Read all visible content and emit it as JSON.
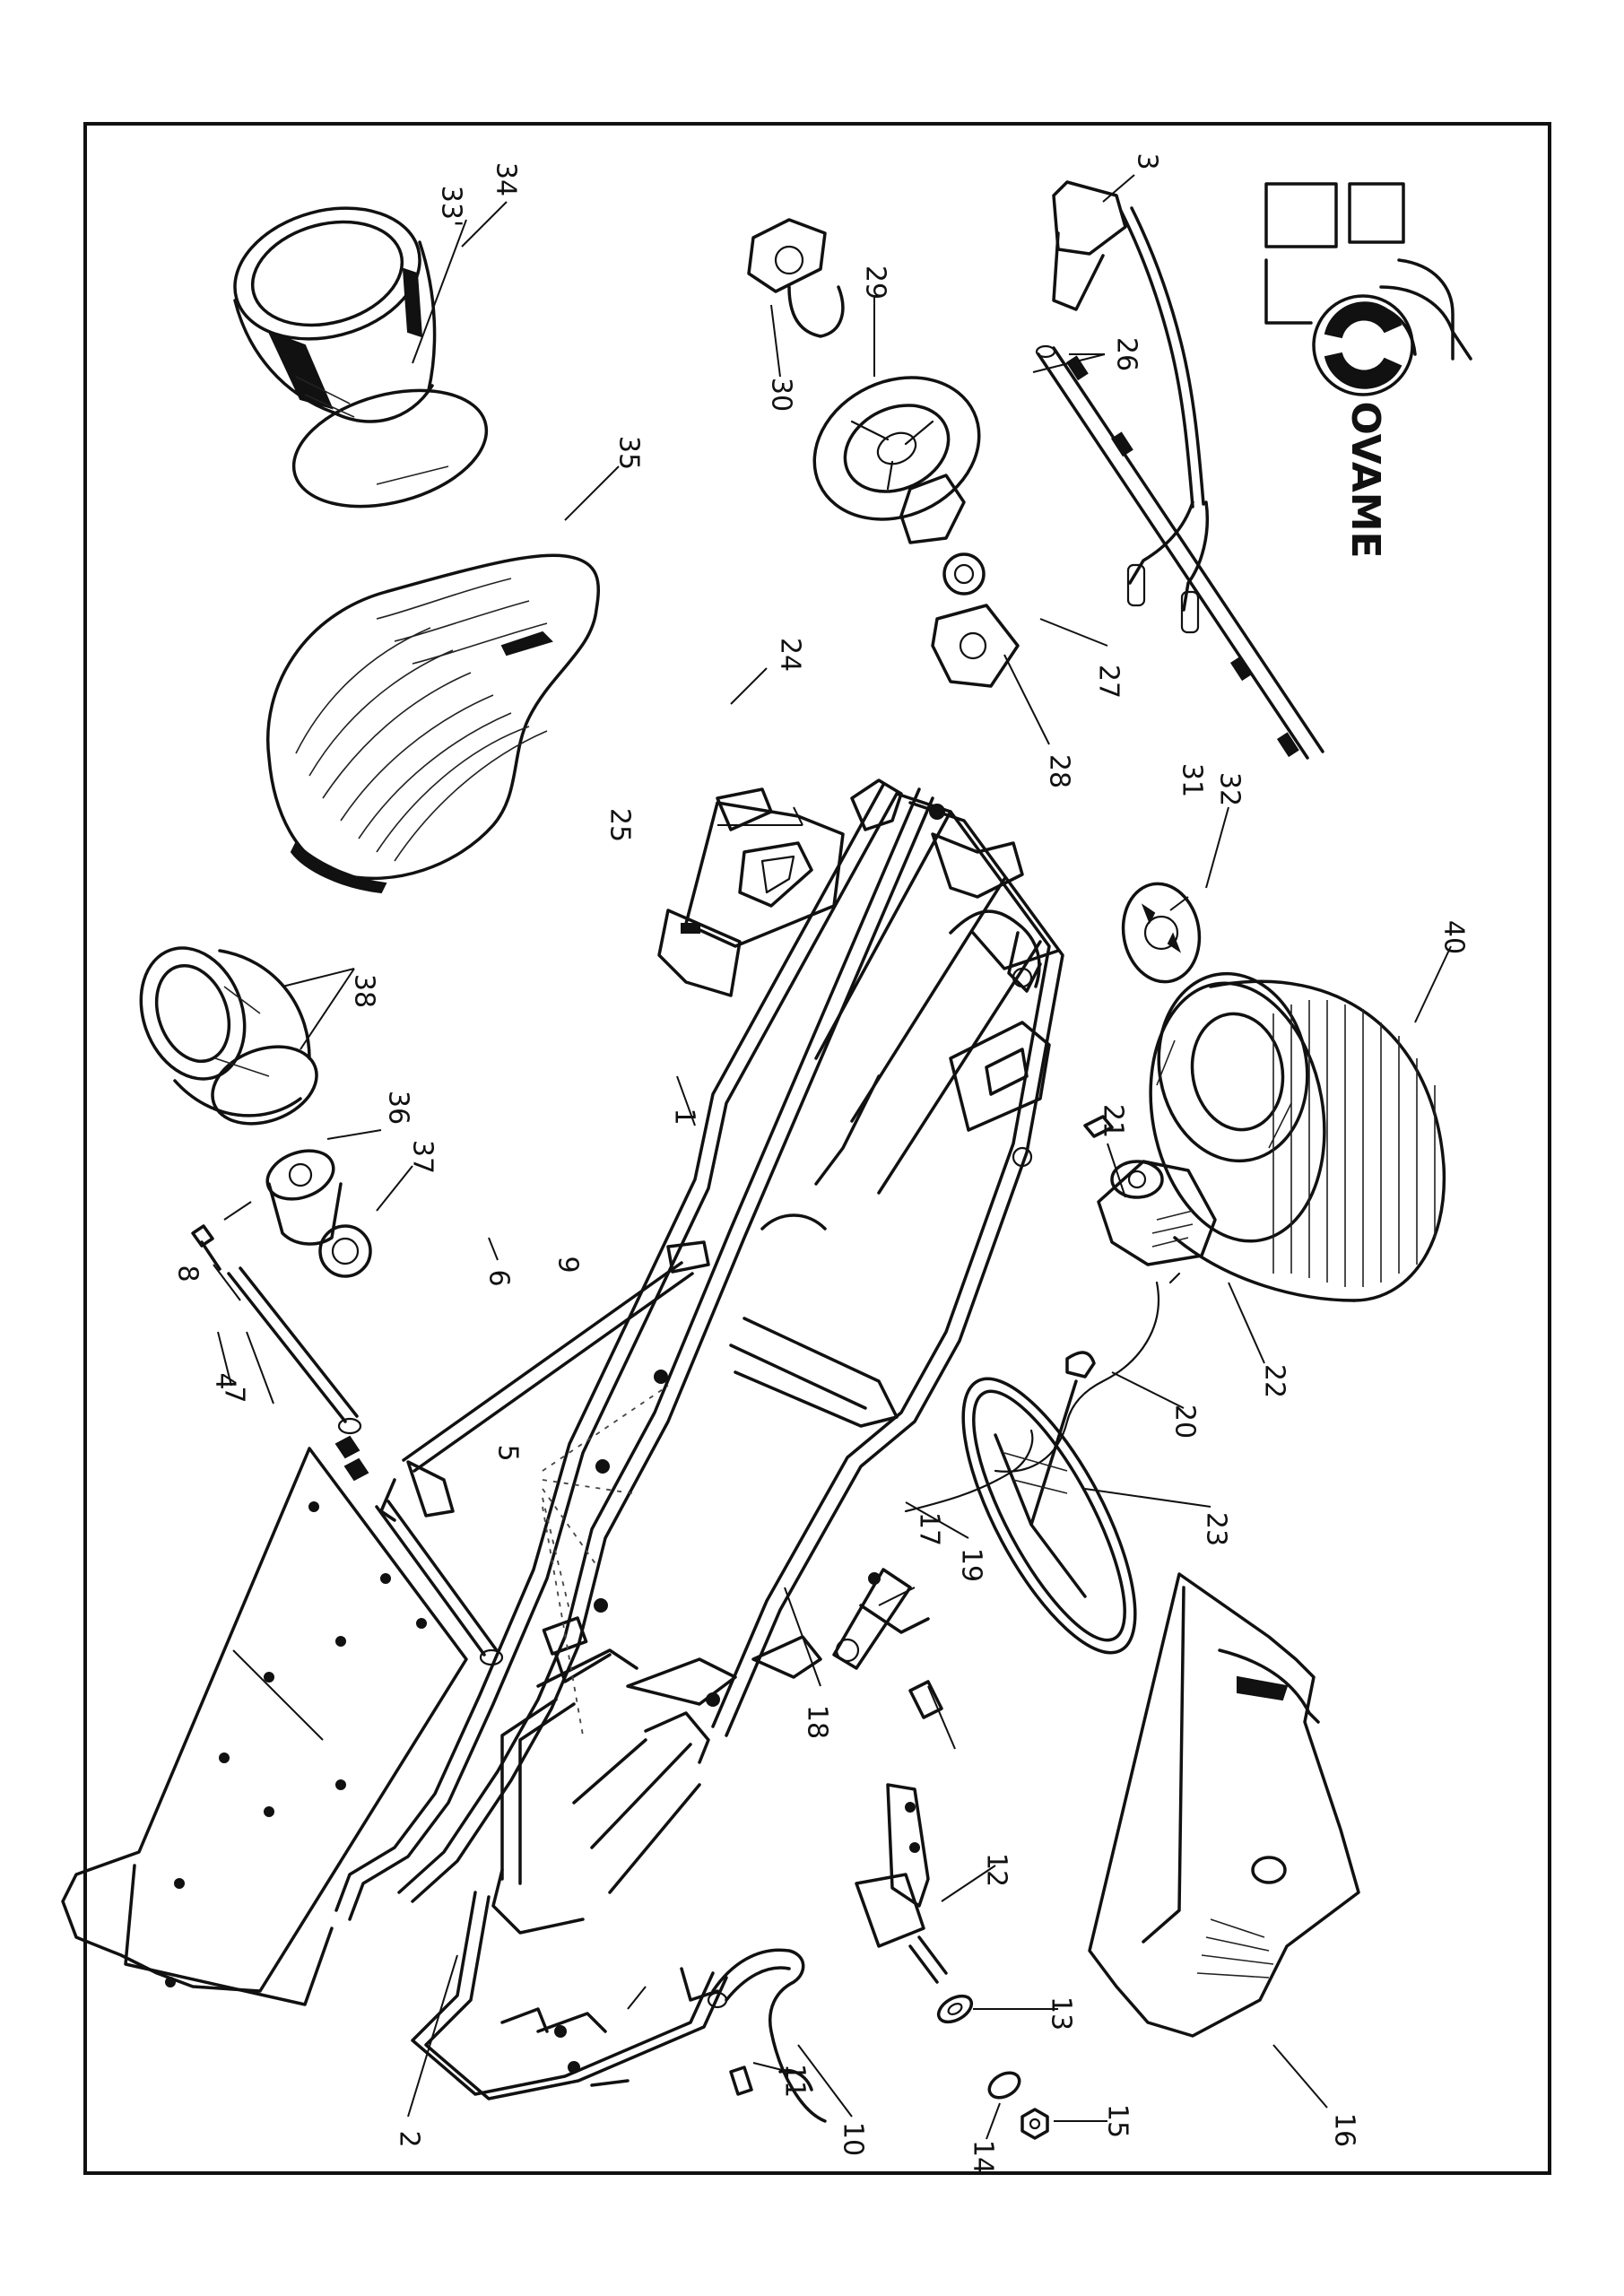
{
  "brand": {
    "logo_text": "OVAME"
  },
  "labels": [
    {
      "id": "1",
      "text": "1"
    },
    {
      "id": "2",
      "text": "2"
    },
    {
      "id": "3",
      "text": "3"
    },
    {
      "id": "4",
      "text": "4"
    },
    {
      "id": "5",
      "text": "5"
    },
    {
      "id": "6",
      "text": "6"
    },
    {
      "id": "7",
      "text": "7"
    },
    {
      "id": "8",
      "text": "8"
    },
    {
      "id": "9",
      "text": "9"
    },
    {
      "id": "10",
      "text": "10"
    },
    {
      "id": "11",
      "text": "11"
    },
    {
      "id": "12",
      "text": "12"
    },
    {
      "id": "13",
      "text": "13"
    },
    {
      "id": "14",
      "text": "14"
    },
    {
      "id": "15",
      "text": "15"
    },
    {
      "id": "16",
      "text": "16"
    },
    {
      "id": "17",
      "text": "17"
    },
    {
      "id": "18",
      "text": "18"
    },
    {
      "id": "19",
      "text": "19"
    },
    {
      "id": "20",
      "text": "20"
    },
    {
      "id": "21",
      "text": "21"
    },
    {
      "id": "22",
      "text": "22"
    },
    {
      "id": "23",
      "text": "23"
    },
    {
      "id": "24",
      "text": "24"
    },
    {
      "id": "25",
      "text": "25"
    },
    {
      "id": "26",
      "text": "26"
    },
    {
      "id": "27",
      "text": "27"
    },
    {
      "id": "28",
      "text": "28"
    },
    {
      "id": "29",
      "text": "29"
    },
    {
      "id": "30",
      "text": "30"
    },
    {
      "id": "31",
      "text": "31"
    },
    {
      "id": "32",
      "text": "32"
    },
    {
      "id": "33",
      "text": "33'"
    },
    {
      "id": "34",
      "text": "34"
    },
    {
      "id": "35",
      "text": "35"
    },
    {
      "id": "36",
      "text": "36"
    },
    {
      "id": "37",
      "text": "37"
    },
    {
      "id": "38",
      "text": "38"
    },
    {
      "id": "40",
      "text": "40"
    }
  ]
}
